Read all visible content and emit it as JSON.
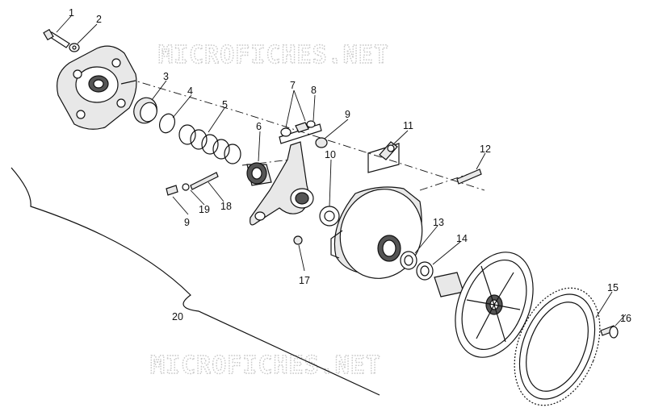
{
  "watermark": {
    "top": "MICROFICHES.NET",
    "bottom": "MICROFICHES.NET"
  },
  "callouts": {
    "c1": "1",
    "c2": "2",
    "c3": "3",
    "c4": "4",
    "c5": "5",
    "c6": "6",
    "c7": "7",
    "c8": "8",
    "c9a": "9",
    "c9b": "9",
    "c10": "10",
    "c11": "11",
    "c12": "12",
    "c13": "13",
    "c14": "14",
    "c15": "15",
    "c16": "16",
    "c17": "17",
    "c18": "18",
    "c19": "19",
    "c20": "20"
  }
}
